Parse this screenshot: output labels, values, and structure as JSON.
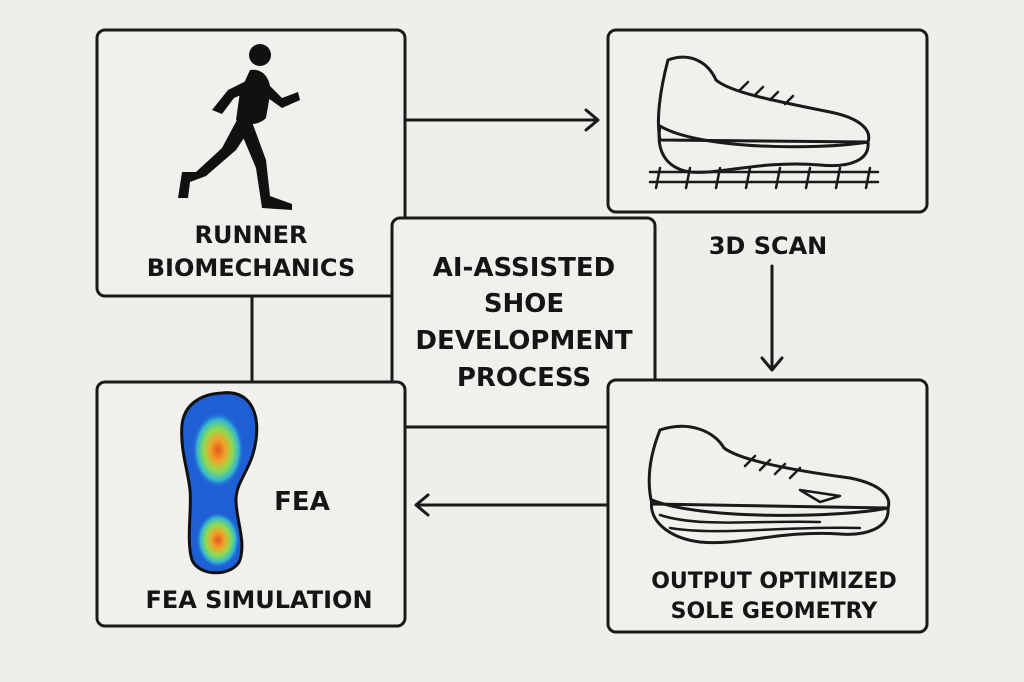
{
  "title": [
    "AI-ASSISTED",
    "SHOE",
    "DEVELOPMENT",
    "PROCESS"
  ],
  "nodes": {
    "runner": {
      "lines": [
        "RUNNER",
        "BIOMECHANICS"
      ],
      "icon": "runner-icon"
    },
    "scan": {
      "label": "3D SCAN",
      "icon": "shoe-scan-icon"
    },
    "fea": {
      "inner_label": "FEA",
      "label": "FEA SIMULATION",
      "icon": "foot-pressure-heatmap-icon"
    },
    "output": {
      "lines": [
        "OUTPUT OPTIMIZED",
        "SOLE GEOMETRY"
      ],
      "icon": "optimized-shoe-icon"
    }
  },
  "colors": {
    "background": "#efeeeb",
    "stroke": "#1a1a1a",
    "heat_low": "#1f5fd6",
    "heat_high": "#e2571e"
  }
}
